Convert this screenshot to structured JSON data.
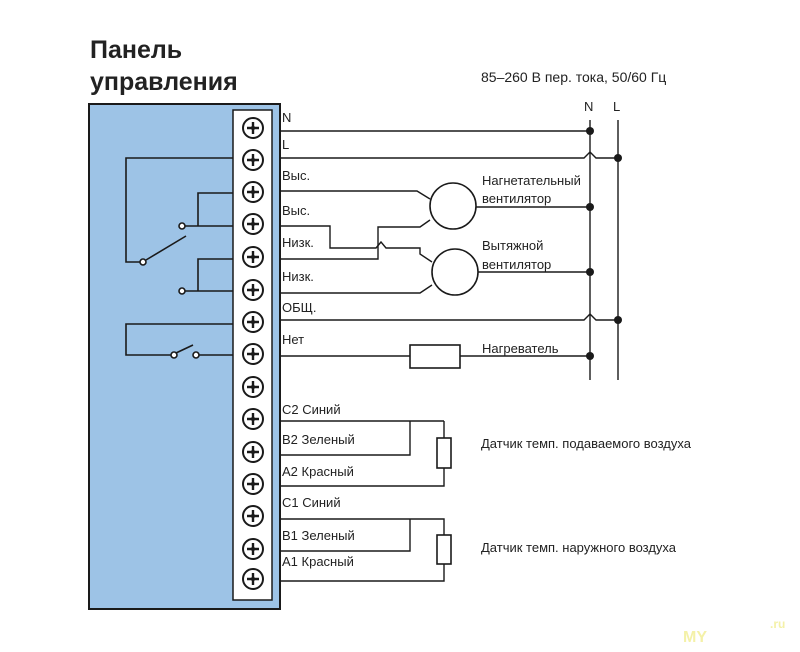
{
  "panel": {
    "title_line1": "Панель",
    "title_line2": "управления",
    "fill_color": "#9dc3e6"
  },
  "supply": {
    "label": "85–260 В пер. тока, 50/60 Гц",
    "rail_n": "N",
    "rail_l": "L"
  },
  "terminals": [
    {
      "label": "N"
    },
    {
      "label": "L"
    },
    {
      "label": "Выс."
    },
    {
      "label": "Выс."
    },
    {
      "label": "Низк."
    },
    {
      "label": "Низк."
    },
    {
      "label": "ОБЩ."
    },
    {
      "label": "Нет"
    },
    {
      "label": ""
    },
    {
      "label": "C2 Синий"
    },
    {
      "label": "B2 Зеленый"
    },
    {
      "label": "A2 Красный"
    },
    {
      "label": "C1 Синий"
    },
    {
      "label": "B1 Зеленый"
    },
    {
      "label": "A1 Красный"
    }
  ],
  "devices": {
    "supply_fan_line1": "Нагнетательный",
    "supply_fan_line2": "вентилятор",
    "exhaust_fan_line1": "Вытяжной",
    "exhaust_fan_line2": "вентилятор",
    "heater": "Нагреватель",
    "supply_air_sensor": "Датчик темп. подаваемого воздуха",
    "outdoor_air_sensor": "Датчик темп. наружного воздуха"
  },
  "watermark": {
    "text": "MY",
    "suffix": ".ru"
  }
}
